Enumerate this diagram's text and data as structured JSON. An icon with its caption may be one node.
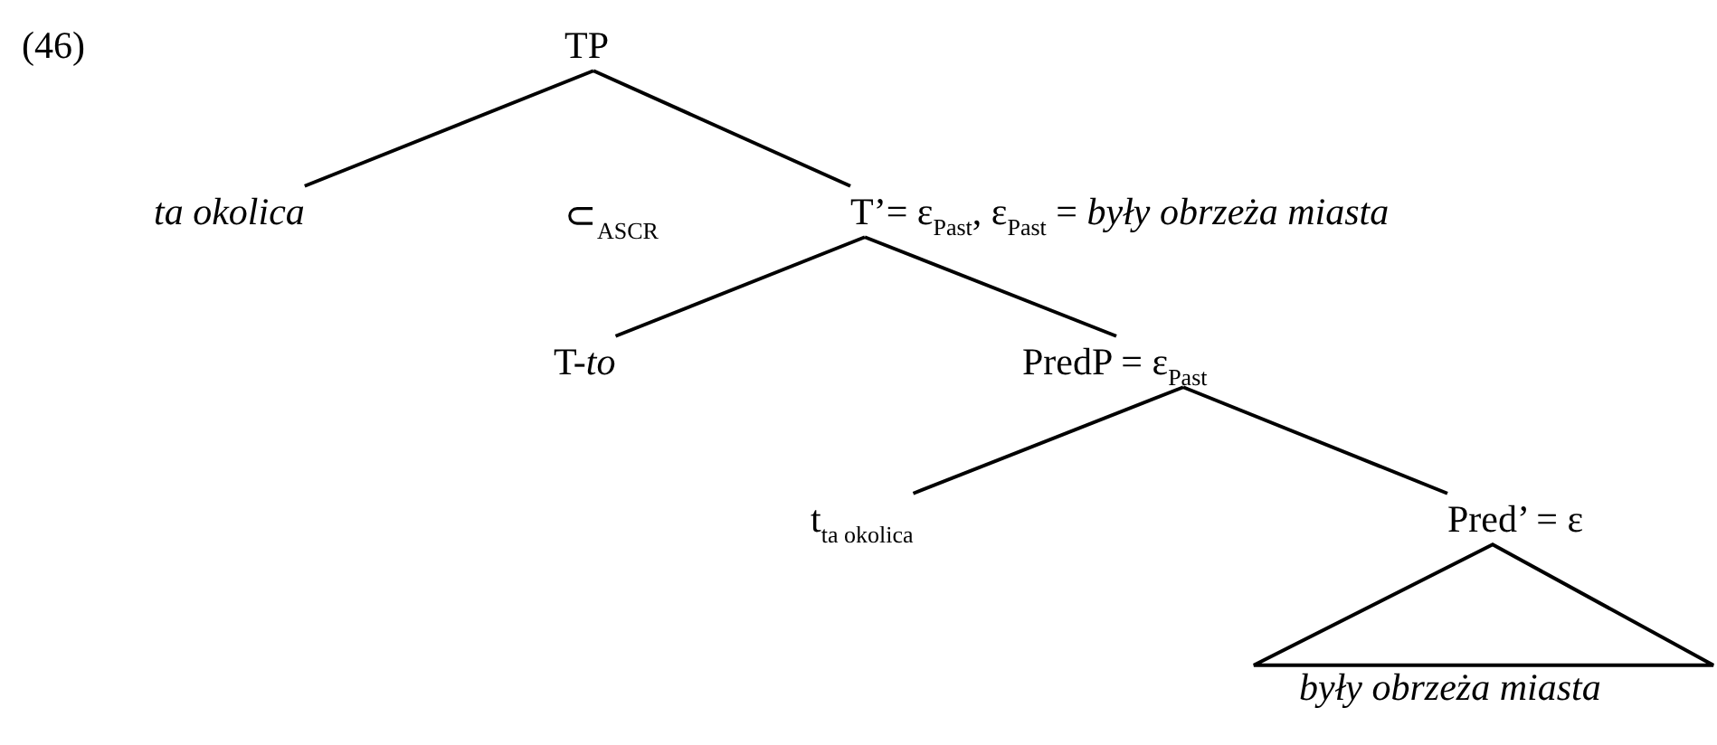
{
  "diagram": {
    "nodes": [
      {
        "text": [
          "TP"
        ]
      },
      {
        "text": [
          "ta okolica"
        ]
      },
      {
        "text": [
          "T’= ε$_{Past}$, ε$_{Past}$ = *były obrzeża miasta*"
        ]
      },
      {
        "text": [
          "T-*to*"
        ]
      },
      {
        "text": [
          "PredP = ε$_{Past}$"
        ]
      },
      {
        "text": [
          "t$_{ta okolica}$"
        ]
      },
      {
        "text": [
          "Pred’ = ε"
        ]
      },
      {
        "text": [
          "były obrzeża miasta"
        ]
      }
    ],
    "edges": [
      {
        "from": 0,
        "to": 1,
        "arrow": "none"
      },
      {
        "from": 0,
        "to": 2,
        "arrow": "none"
      },
      {
        "from": 2,
        "to": 3,
        "arrow": "none"
      },
      {
        "from": 2,
        "to": 4,
        "arrow": "none"
      },
      {
        "from": 4,
        "to": 5,
        "arrow": "none"
      },
      {
        "from": 4,
        "to": 6,
        "arrow": "none"
      },
      {
        "from": 6,
        "to": 7,
        "arrow": "none"
      }
    ],
    "labels": [
      "(46)",
      "⊂$_{ASCR}$"
    ]
  }
}
